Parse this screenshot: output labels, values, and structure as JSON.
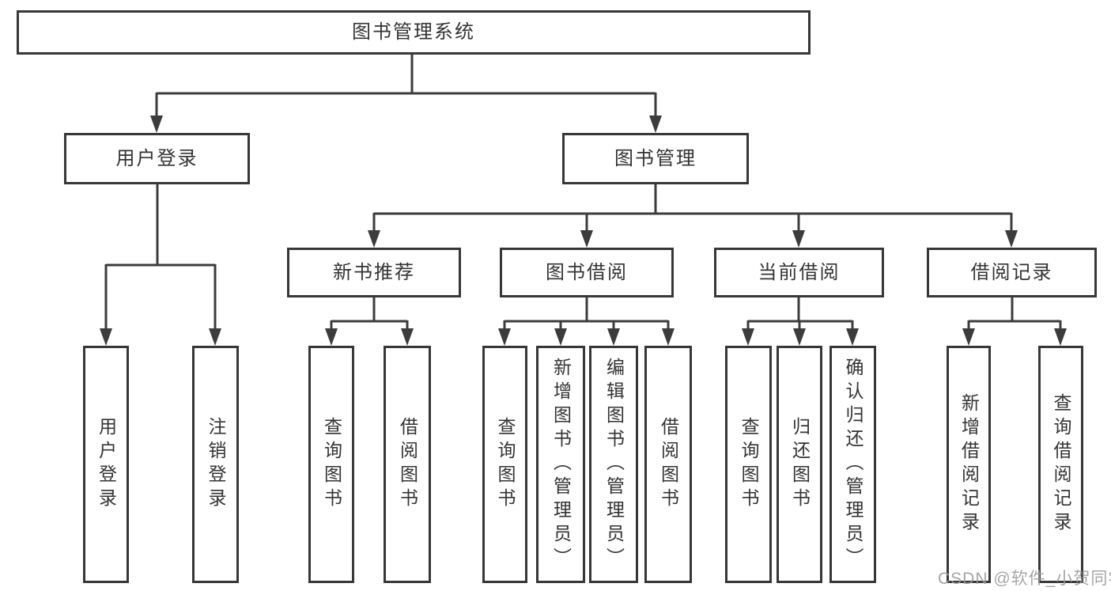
{
  "diagram": {
    "root": {
      "label": "图书管理系统",
      "children": [
        {
          "label": "用户登录",
          "children": [
            {
              "label": "用户登录"
            },
            {
              "label": "注销登录"
            }
          ]
        },
        {
          "label": "图书管理",
          "children": [
            {
              "label": "新书推荐",
              "children": [
                {
                  "label": "查询图书"
                },
                {
                  "label": "借阅图书"
                }
              ]
            },
            {
              "label": "图书借阅",
              "children": [
                {
                  "label": "查询图书"
                },
                {
                  "label": "新增图书（管理员）"
                },
                {
                  "label": "编辑图书（管理员）"
                },
                {
                  "label": "借阅图书"
                }
              ]
            },
            {
              "label": "当前借阅",
              "children": [
                {
                  "label": "查询图书"
                },
                {
                  "label": "归还图书"
                },
                {
                  "label": "确认归还（管理员）"
                }
              ]
            },
            {
              "label": "借阅记录",
              "children": [
                {
                  "label": "新增借阅记录"
                },
                {
                  "label": "查询借阅记录"
                }
              ]
            }
          ]
        }
      ]
    }
  },
  "watermark": {
    "text": "CSDN @软件_小贺同学"
  },
  "colors": {
    "line": "#3c3c3c",
    "border": "#373737",
    "text": "#333333",
    "watermark": "#9c9c9c",
    "background": "#ffffff"
  }
}
